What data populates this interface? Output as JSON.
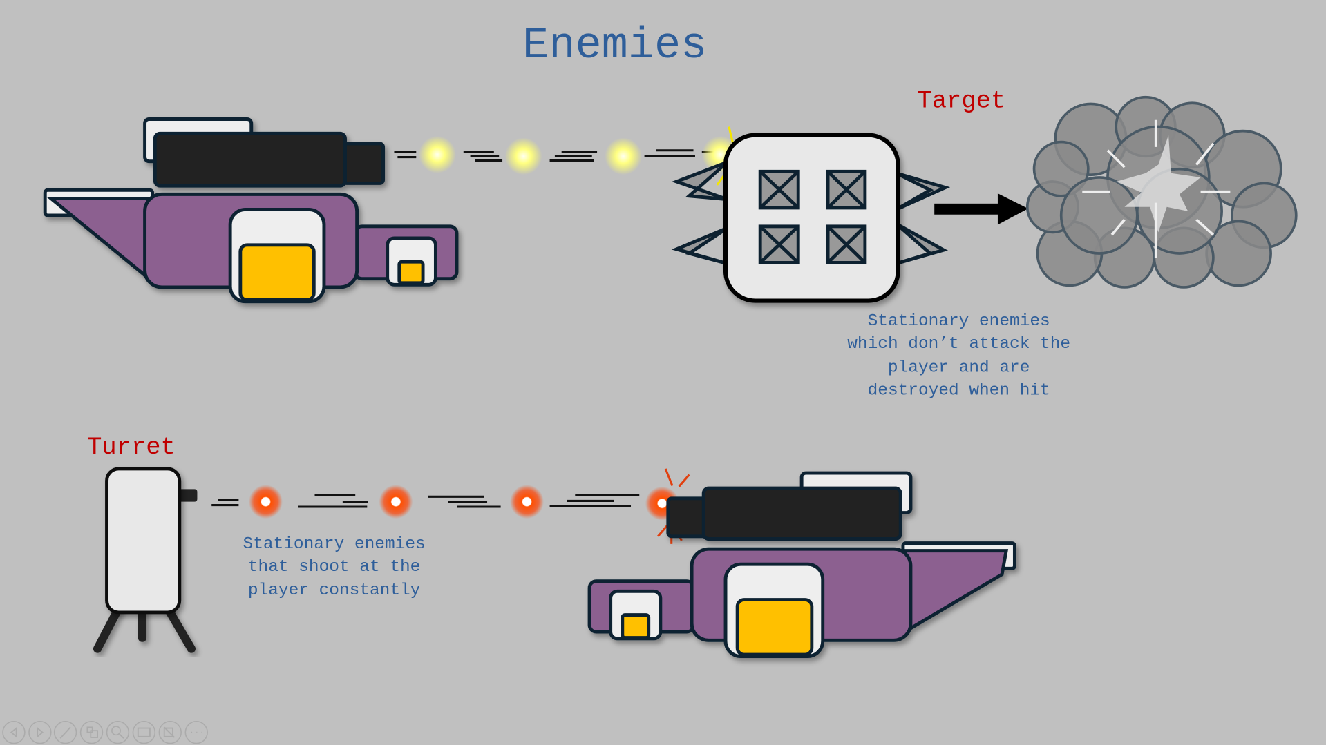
{
  "slide": {
    "title": "Enemies",
    "target": {
      "label": "Target",
      "description": [
        "Stationary enemies",
        "which don’t attack the",
        "player and are",
        "destroyed when hit"
      ]
    },
    "turret": {
      "label": "Turret",
      "description": [
        "Stationary enemies",
        "that shoot at the",
        "player constantly"
      ]
    }
  },
  "toolbar": {
    "icons": [
      "previous-icon",
      "next-icon",
      "pen-icon",
      "slides-icon",
      "zoom-icon",
      "subtitles-icon",
      "camera-off-icon",
      "more-icon"
    ]
  },
  "colors": {
    "title": "#2e5e9a",
    "label": "#c00000",
    "ship_body": "#8c6090",
    "cockpit": "#ffc000",
    "yellow_shot": "#ffff80",
    "orange_shot": "#ff5000"
  }
}
